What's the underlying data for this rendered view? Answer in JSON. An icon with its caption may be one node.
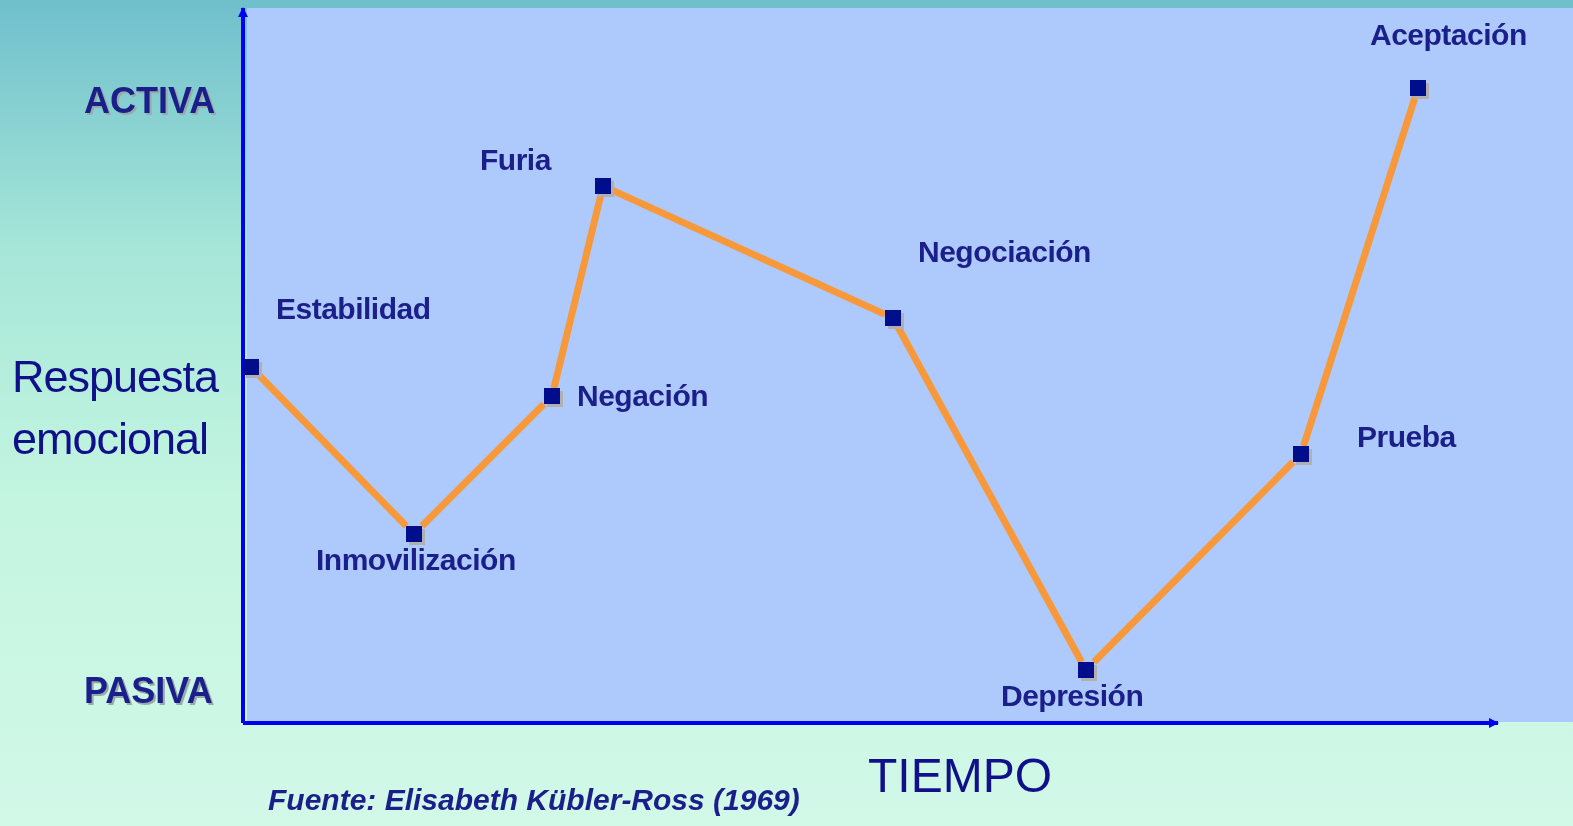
{
  "diagram": {
    "caption": "Fuente: Elisabeth Kübler-Ross (1969)",
    "nodes": [
      {
        "text": [],
        "shape": "box",
        "beside": [
          "Estabilidad"
        ]
      },
      {
        "text": [],
        "shape": "box",
        "beside": [
          "Inmovilización"
        ]
      },
      {
        "text": [],
        "shape": "box",
        "beside": [
          "Negación"
        ]
      },
      {
        "text": [],
        "shape": "box",
        "beside": [
          "Furia"
        ]
      },
      {
        "text": [],
        "shape": "box",
        "beside": [
          "Negociación"
        ]
      },
      {
        "text": [],
        "shape": "box",
        "beside": [
          "Depresión"
        ]
      },
      {
        "text": [],
        "shape": "box",
        "beside": [
          "Prueba"
        ]
      },
      {
        "text": [],
        "shape": "box",
        "beside": [
          "Aceptación"
        ]
      }
    ],
    "edges": [
      {
        "from": 0,
        "to": 1,
        "arrow": "none"
      },
      {
        "from": 1,
        "to": 2,
        "arrow": "none"
      },
      {
        "from": 2,
        "to": 3,
        "arrow": "none"
      },
      {
        "from": 3,
        "to": 4,
        "arrow": "none"
      },
      {
        "from": 4,
        "to": 5,
        "arrow": "none"
      },
      {
        "from": 5,
        "to": 6,
        "arrow": "none"
      },
      {
        "from": 6,
        "to": 7,
        "arrow": "none"
      }
    ],
    "labels": [
      "ACTIVA",
      "Respuesta emocional",
      "PASIVA",
      "TIEMPO"
    ]
  }
}
